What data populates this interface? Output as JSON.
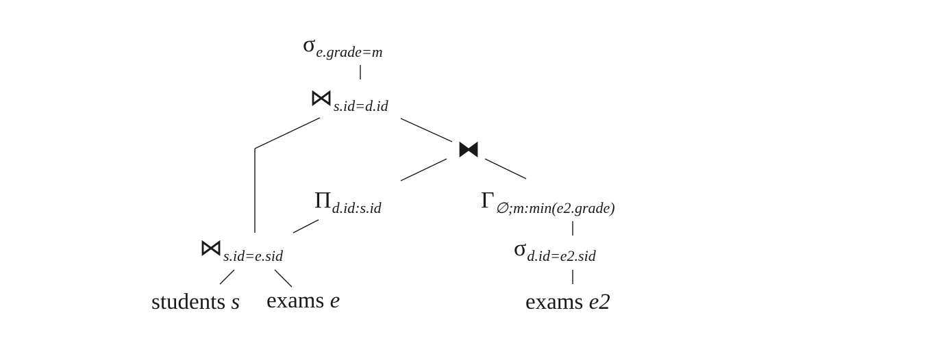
{
  "nodes": {
    "root_select": {
      "symbol": "σ",
      "subscript": "e.grade=m"
    },
    "top_join": {
      "symbol": "⋈",
      "subscript": "s.id=d.id"
    },
    "dependent_join": {
      "symbol": "⧓",
      "subscript": ""
    },
    "projection": {
      "symbol": "Π",
      "subscript": "d.id:s.id"
    },
    "group_by": {
      "symbol": "Γ",
      "subscript": "∅;m:min(e2.grade)"
    },
    "bottom_join": {
      "symbol": "⋈",
      "subscript": "s.id=e.sid"
    },
    "inner_select": {
      "symbol": "σ",
      "subscript": "d.id=e2.sid"
    },
    "students_leaf": {
      "relation": "students",
      "alias": "s"
    },
    "exams_leaf": {
      "relation": "exams",
      "alias": "e"
    },
    "exams2_leaf": {
      "relation": "exams",
      "alias": "e2"
    }
  }
}
